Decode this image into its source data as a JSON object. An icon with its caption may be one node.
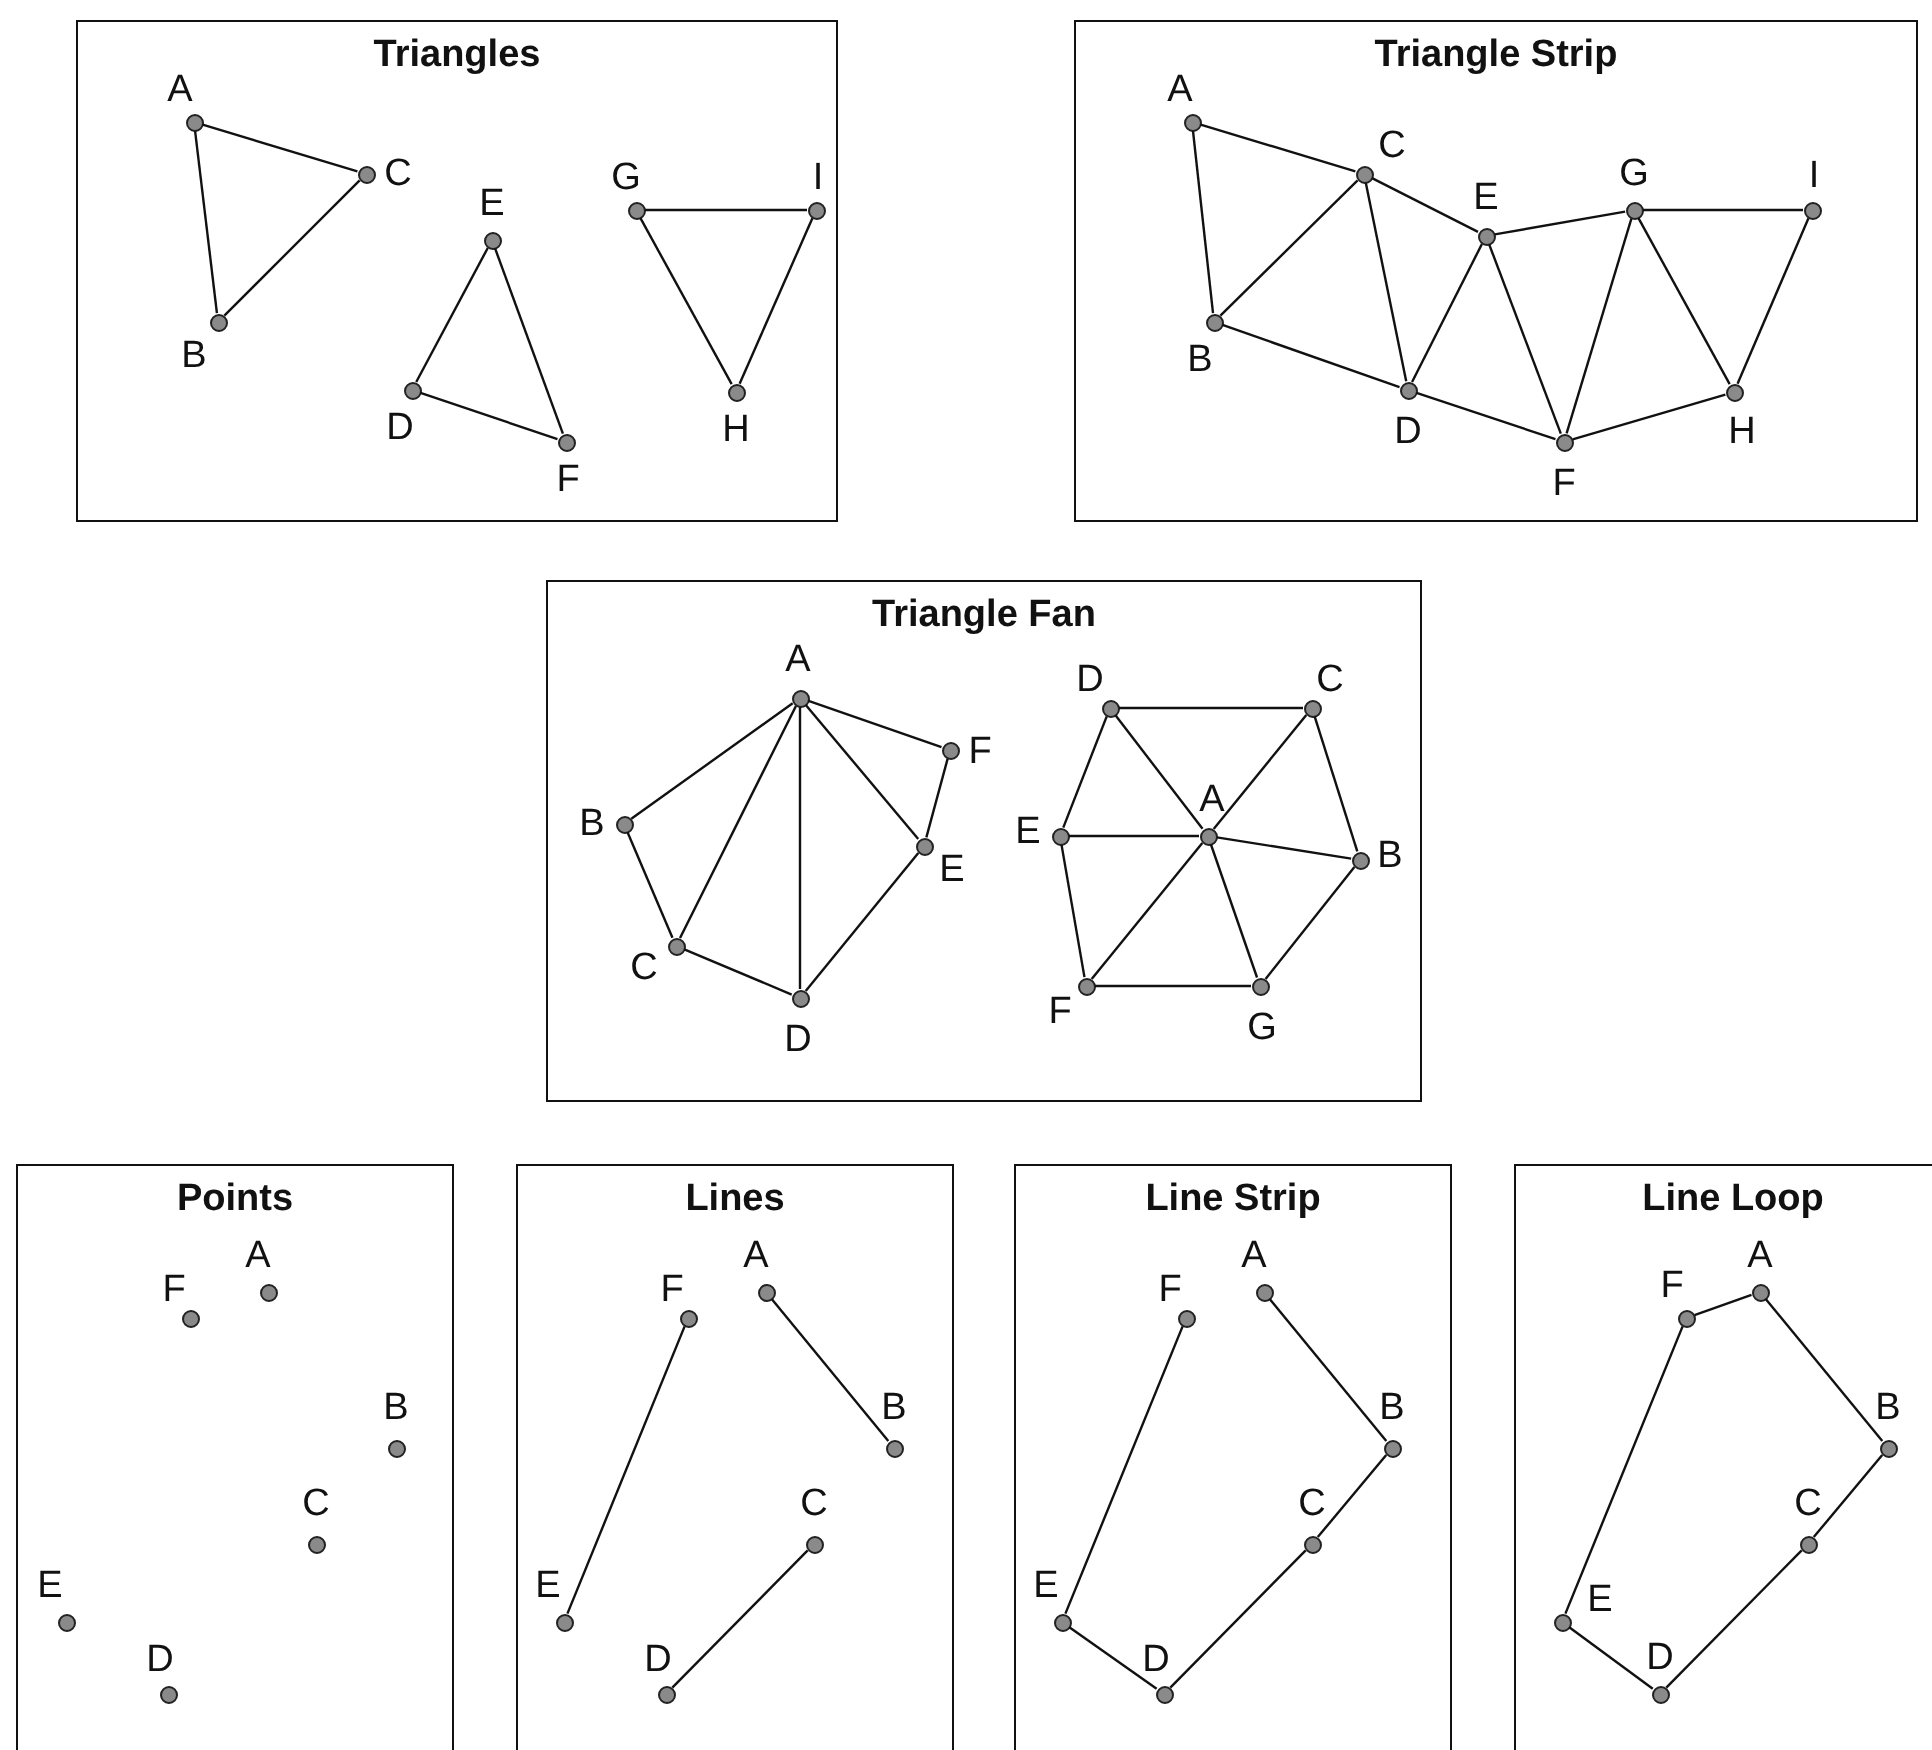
{
  "diagram": {
    "nodes": [
      {
        "text": [
          "Triangles"
        ]
      },
      {
        "text": [],
        "shape": "circle",
        "beside": [
          "A"
        ],
        "in": 0
      },
      {
        "text": [],
        "shape": "circle",
        "beside": [
          "C"
        ],
        "in": 0
      },
      {
        "text": [],
        "shape": "circle",
        "beside": [
          "B"
        ],
        "in": 0
      },
      {
        "text": [],
        "shape": "circle",
        "beside": [
          "E"
        ],
        "in": 0
      },
      {
        "text": [],
        "shape": "circle",
        "beside": [
          "D"
        ],
        "in": 0
      },
      {
        "text": [],
        "shape": "circle",
        "beside": [
          "F"
        ],
        "in": 0
      },
      {
        "text": [],
        "shape": "circle",
        "beside": [
          "G"
        ],
        "in": 0
      },
      {
        "text": [],
        "shape": "circle",
        "beside": [
          "I"
        ],
        "in": 0
      },
      {
        "text": [],
        "shape": "circle",
        "beside": [
          "H"
        ],
        "in": 0
      },
      {
        "text": [
          "Triangle Strip"
        ]
      },
      {
        "text": [],
        "shape": "circle",
        "beside": [
          "A"
        ],
        "in": 10
      },
      {
        "text": [],
        "shape": "circle",
        "beside": [
          "C"
        ],
        "in": 10
      },
      {
        "text": [],
        "shape": "circle",
        "beside": [
          "B"
        ],
        "in": 10
      },
      {
        "text": [],
        "shape": "circle",
        "beside": [
          "E"
        ],
        "in": 10
      },
      {
        "text": [],
        "shape": "circle",
        "beside": [
          "D"
        ],
        "in": 10
      },
      {
        "text": [],
        "shape": "circle",
        "beside": [
          "G"
        ],
        "in": 10
      },
      {
        "text": [],
        "shape": "circle",
        "beside": [
          "I"
        ],
        "in": 10
      },
      {
        "text": [],
        "shape": "circle",
        "beside": [
          "F"
        ],
        "in": 10
      },
      {
        "text": [],
        "shape": "circle",
        "beside": [
          "H"
        ],
        "in": 10
      },
      {
        "text": [
          "Triangle Fan"
        ]
      },
      {
        "text": [],
        "shape": "circle",
        "beside": [
          "A"
        ],
        "in": 20
      },
      {
        "text": [],
        "shape": "circle",
        "beside": [
          "F"
        ],
        "in": 20
      },
      {
        "text": [],
        "shape": "circle",
        "beside": [
          "B"
        ],
        "in": 20
      },
      {
        "text": [],
        "shape": "circle",
        "beside": [
          "E"
        ],
        "in": 20
      },
      {
        "text": [],
        "shape": "circle",
        "beside": [
          "C"
        ],
        "in": 20
      },
      {
        "text": [],
        "shape": "circle",
        "beside": [
          "D"
        ],
        "in": 20
      },
      {
        "text": [],
        "shape": "circle",
        "beside": [
          "D"
        ],
        "in": 20
      },
      {
        "text": [],
        "shape": "circle",
        "beside": [
          "C"
        ],
        "in": 20
      },
      {
        "text": [],
        "shape": "circle",
        "beside": [
          "E"
        ],
        "in": 20
      },
      {
        "text": [],
        "shape": "circle",
        "beside": [
          "A"
        ],
        "in": 20
      },
      {
        "text": [],
        "shape": "circle",
        "beside": [
          "B"
        ],
        "in": 20
      },
      {
        "text": [],
        "shape": "circle",
        "beside": [
          "F"
        ],
        "in": 20
      },
      {
        "text": [],
        "shape": "circle",
        "beside": [
          "G"
        ],
        "in": 20
      },
      {
        "text": [
          "Points"
        ]
      },
      {
        "text": [],
        "shape": "circle",
        "beside": [
          "A"
        ],
        "in": 34
      },
      {
        "text": [],
        "shape": "circle",
        "beside": [
          "F"
        ],
        "in": 34
      },
      {
        "text": [],
        "shape": "circle",
        "beside": [
          "B"
        ],
        "in": 34
      },
      {
        "text": [],
        "shape": "circle",
        "beside": [
          "C"
        ],
        "in": 34
      },
      {
        "text": [],
        "shape": "circle",
        "beside": [
          "E"
        ],
        "in": 34
      },
      {
        "text": [],
        "shape": "circle",
        "beside": [
          "D"
        ],
        "in": 34
      },
      {
        "text": [
          "Lines"
        ]
      },
      {
        "text": [],
        "shape": "circle",
        "beside": [
          "A"
        ],
        "in": 41
      },
      {
        "text": [],
        "shape": "circle",
        "beside": [
          "F"
        ],
        "in": 41
      },
      {
        "text": [],
        "shape": "circle",
        "beside": [
          "B"
        ],
        "in": 41
      },
      {
        "text": [],
        "shape": "circle",
        "beside": [
          "C"
        ],
        "in": 41
      },
      {
        "text": [],
        "shape": "circle",
        "beside": [
          "E"
        ],
        "in": 41
      },
      {
        "text": [],
        "shape": "circle",
        "beside": [
          "D"
        ],
        "in": 41
      },
      {
        "text": [
          "Line Strip"
        ]
      },
      {
        "text": [],
        "shape": "circle",
        "beside": [
          "A"
        ],
        "in": 48
      },
      {
        "text": [],
        "shape": "circle",
        "beside": [
          "F"
        ],
        "in": 48
      },
      {
        "text": [],
        "shape": "circle",
        "beside": [
          "B"
        ],
        "in": 48
      },
      {
        "text": [],
        "shape": "circle",
        "beside": [
          "C"
        ],
        "in": 48
      },
      {
        "text": [],
        "shape": "circle",
        "beside": [
          "E"
        ],
        "in": 48
      },
      {
        "text": [],
        "shape": "circle",
        "beside": [
          "D"
        ],
        "in": 48
      },
      {
        "text": [
          "Line Loop"
        ]
      },
      {
        "text": [],
        "shape": "circle",
        "beside": [
          "A"
        ],
        "in": 55
      },
      {
        "text": [],
        "shape": "circle",
        "beside": [
          "F"
        ],
        "in": 55
      },
      {
        "text": [],
        "shape": "circle",
        "beside": [
          "B"
        ],
        "in": 55
      },
      {
        "text": [],
        "shape": "circle",
        "beside": [
          "C"
        ],
        "in": 55
      },
      {
        "text": [],
        "shape": "circle",
        "beside": [
          "E"
        ],
        "in": 55
      },
      {
        "text": [],
        "shape": "circle",
        "beside": [
          "D"
        ],
        "in": 55
      }
    ],
    "edges": [
      {
        "from": 1,
        "to": 2,
        "arrow": "none"
      },
      {
        "from": 2,
        "to": 3,
        "arrow": "none"
      },
      {
        "from": 3,
        "to": 1,
        "arrow": "none"
      },
      {
        "from": 4,
        "to": 5,
        "arrow": "none"
      },
      {
        "from": 5,
        "to": 6,
        "arrow": "none"
      },
      {
        "from": 6,
        "to": 4,
        "arrow": "none"
      },
      {
        "from": 7,
        "to": 8,
        "arrow": "none"
      },
      {
        "from": 8,
        "to": 9,
        "arrow": "none"
      },
      {
        "from": 9,
        "to": 7,
        "arrow": "none"
      },
      {
        "from": 11,
        "to": 12,
        "arrow": "none"
      },
      {
        "from": 11,
        "to": 13,
        "arrow": "none"
      },
      {
        "from": 13,
        "to": 12,
        "arrow": "none"
      },
      {
        "from": 12,
        "to": 14,
        "arrow": "none"
      },
      {
        "from": 12,
        "to": 15,
        "arrow": "none"
      },
      {
        "from": 13,
        "to": 15,
        "arrow": "none"
      },
      {
        "from": 15,
        "to": 14,
        "arrow": "none"
      },
      {
        "from": 14,
        "to": 16,
        "arrow": "none"
      },
      {
        "from": 14,
        "to": 18,
        "arrow": "none"
      },
      {
        "from": 15,
        "to": 18,
        "arrow": "none"
      },
      {
        "from": 18,
        "to": 16,
        "arrow": "none"
      },
      {
        "from": 16,
        "to": 17,
        "arrow": "none"
      },
      {
        "from": 16,
        "to": 19,
        "arrow": "none"
      },
      {
        "from": 18,
        "to": 19,
        "arrow": "none"
      },
      {
        "from": 19,
        "to": 17,
        "arrow": "none"
      },
      {
        "from": 21,
        "to": 22,
        "arrow": "none"
      },
      {
        "from": 21,
        "to": 24,
        "arrow": "none"
      },
      {
        "from": 21,
        "to": 26,
        "arrow": "none"
      },
      {
        "from": 21,
        "to": 25,
        "arrow": "none"
      },
      {
        "from": 21,
        "to": 23,
        "arrow": "none"
      },
      {
        "from": 23,
        "to": 25,
        "arrow": "none"
      },
      {
        "from": 25,
        "to": 26,
        "arrow": "none"
      },
      {
        "from": 26,
        "to": 24,
        "arrow": "none"
      },
      {
        "from": 24,
        "to": 22,
        "arrow": "none"
      },
      {
        "from": 30,
        "to": 31,
        "arrow": "none"
      },
      {
        "from": 30,
        "to": 28,
        "arrow": "none"
      },
      {
        "from": 30,
        "to": 27,
        "arrow": "none"
      },
      {
        "from": 30,
        "to": 29,
        "arrow": "none"
      },
      {
        "from": 30,
        "to": 32,
        "arrow": "none"
      },
      {
        "from": 30,
        "to": 33,
        "arrow": "none"
      },
      {
        "from": 27,
        "to": 28,
        "arrow": "none"
      },
      {
        "from": 28,
        "to": 31,
        "arrow": "none"
      },
      {
        "from": 31,
        "to": 33,
        "arrow": "none"
      },
      {
        "from": 33,
        "to": 32,
        "arrow": "none"
      },
      {
        "from": 32,
        "to": 29,
        "arrow": "none"
      },
      {
        "from": 29,
        "to": 27,
        "arrow": "none"
      },
      {
        "from": 42,
        "to": 44,
        "arrow": "none"
      },
      {
        "from": 45,
        "to": 47,
        "arrow": "none"
      },
      {
        "from": 46,
        "to": 43,
        "arrow": "none"
      },
      {
        "from": 49,
        "to": 51,
        "arrow": "none"
      },
      {
        "from": 51,
        "to": 52,
        "arrow": "none"
      },
      {
        "from": 52,
        "to": 54,
        "arrow": "none"
      },
      {
        "from": 54,
        "to": 53,
        "arrow": "none"
      },
      {
        "from": 53,
        "to": 50,
        "arrow": "none"
      },
      {
        "from": 56,
        "to": 58,
        "arrow": "none"
      },
      {
        "from": 58,
        "to": 59,
        "arrow": "none"
      },
      {
        "from": 59,
        "to": 61,
        "arrow": "none"
      },
      {
        "from": 61,
        "to": 60,
        "arrow": "none"
      },
      {
        "from": 60,
        "to": 57,
        "arrow": "none"
      },
      {
        "from": 57,
        "to": 56,
        "arrow": "none"
      }
    ]
  }
}
